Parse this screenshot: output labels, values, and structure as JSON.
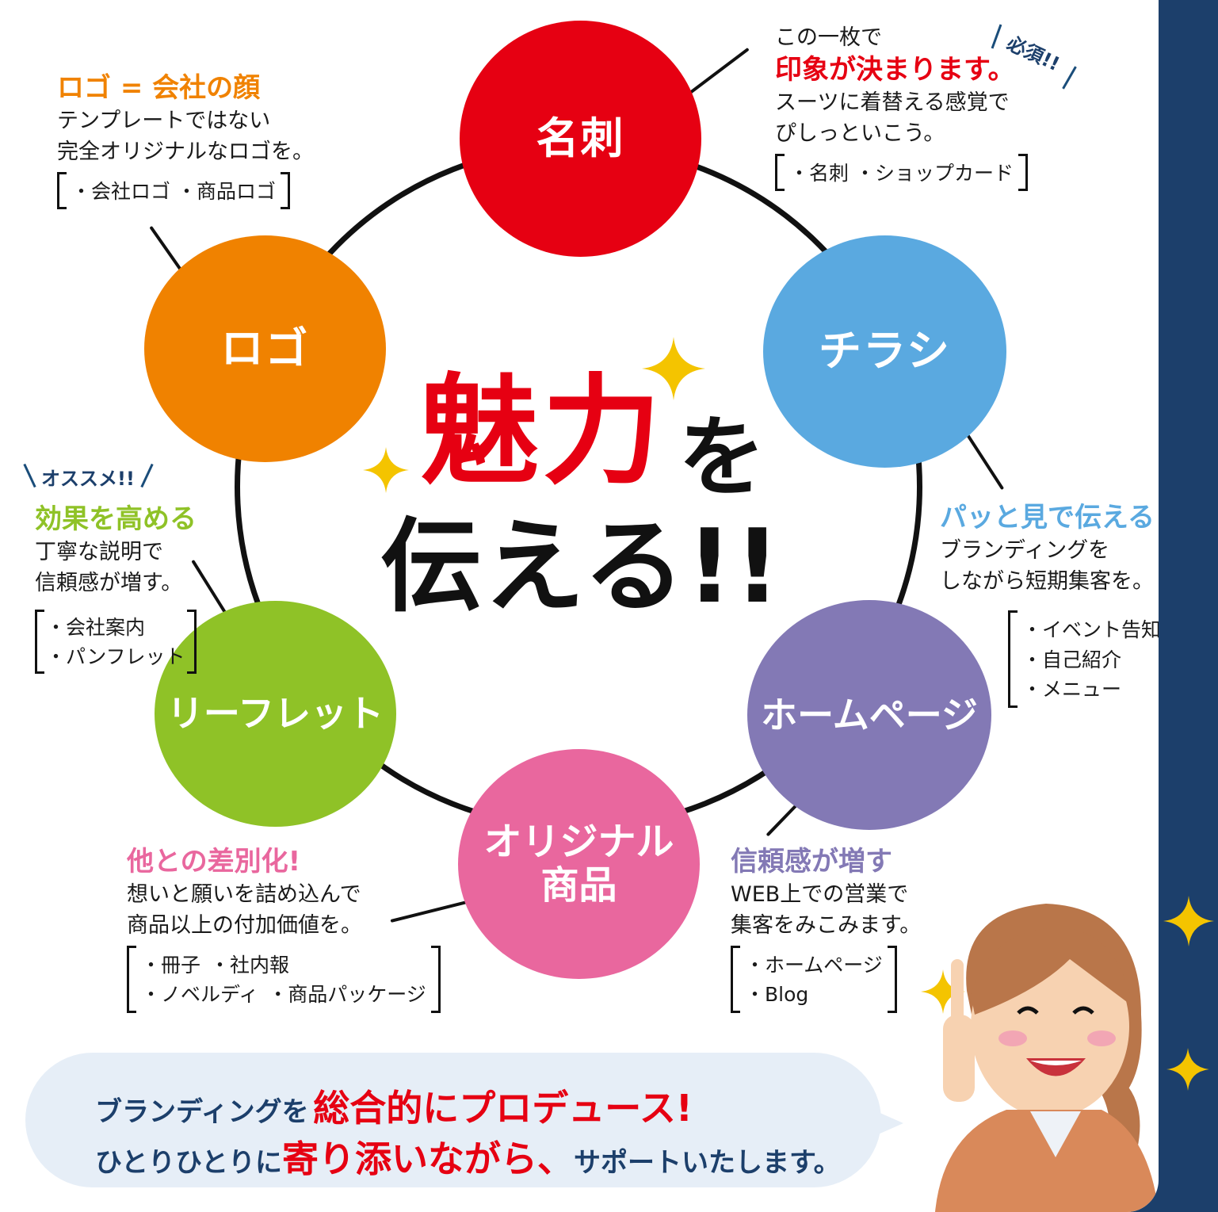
{
  "colors": {
    "background": "#1c3f6b",
    "meishi": "#e60012",
    "chirashi": "#5aa9e0",
    "homepage": "#8379b5",
    "original": "#e9679e",
    "leaflet": "#8fc227",
    "logo": "#f08200",
    "accent_red": "#e60012",
    "accent_navy": "#1c3f6b"
  },
  "center": {
    "word_red": "魅力",
    "particle": "を",
    "line2": "伝える!!"
  },
  "nodes": [
    {
      "id": "meishi",
      "label": "名刺"
    },
    {
      "id": "chirashi",
      "label": "チラシ"
    },
    {
      "id": "homepage",
      "label": "ホームページ"
    },
    {
      "id": "original",
      "label": "オリジナル\n商品"
    },
    {
      "id": "leaflet",
      "label": "リーフレット"
    },
    {
      "id": "logo",
      "label": "ロゴ"
    }
  ],
  "meishi_text": {
    "line1": "この一枚で",
    "highlight": "印象が決まります。",
    "line3": "スーツに着替える感覚で",
    "line4": "ぴしっといこう。",
    "items": "・名刺 ・ショップカード",
    "tag": "必須!!"
  },
  "chirashi_text": {
    "head": "パッと見で伝える",
    "line1": "ブランディングを",
    "line2": "しながら短期集客を。",
    "items": [
      "・イベント告知",
      "・自己紹介",
      "・メニュー"
    ]
  },
  "homepage_text": {
    "head": "信頼感が増す",
    "line1": "WEB上での営業で",
    "line2": "集客をみこみます。",
    "items": [
      "・ホームページ",
      "・Blog"
    ]
  },
  "original_text": {
    "head": "他との差別化!",
    "line1": "想いと願いを詰め込んで",
    "line2": "商品以上の付加価値を。",
    "row1": [
      "・冊子",
      "・社内報"
    ],
    "row2": [
      "・ノベルディ",
      "・商品パッケージ"
    ]
  },
  "leaflet_text": {
    "tag": "オススメ!!",
    "head": "効果を高める",
    "line1": "丁寧な説明で",
    "line2": "信頼感が増す。",
    "items": [
      "・会社案内",
      "・パンフレット"
    ]
  },
  "logo_text": {
    "head": "ロゴ = 会社の顔",
    "line1": "テンプレートではない",
    "line2": "完全オリジナルなロゴを。",
    "items": "・会社ロゴ ・商品ロゴ"
  },
  "bubble": {
    "r1_small": "ブランディングを",
    "r1_big": "総合的にプロデュース!",
    "r2_small1": "ひとりひとりに",
    "r2_big": "寄り添いながら、",
    "r2_small2": "サポートいたします。"
  }
}
